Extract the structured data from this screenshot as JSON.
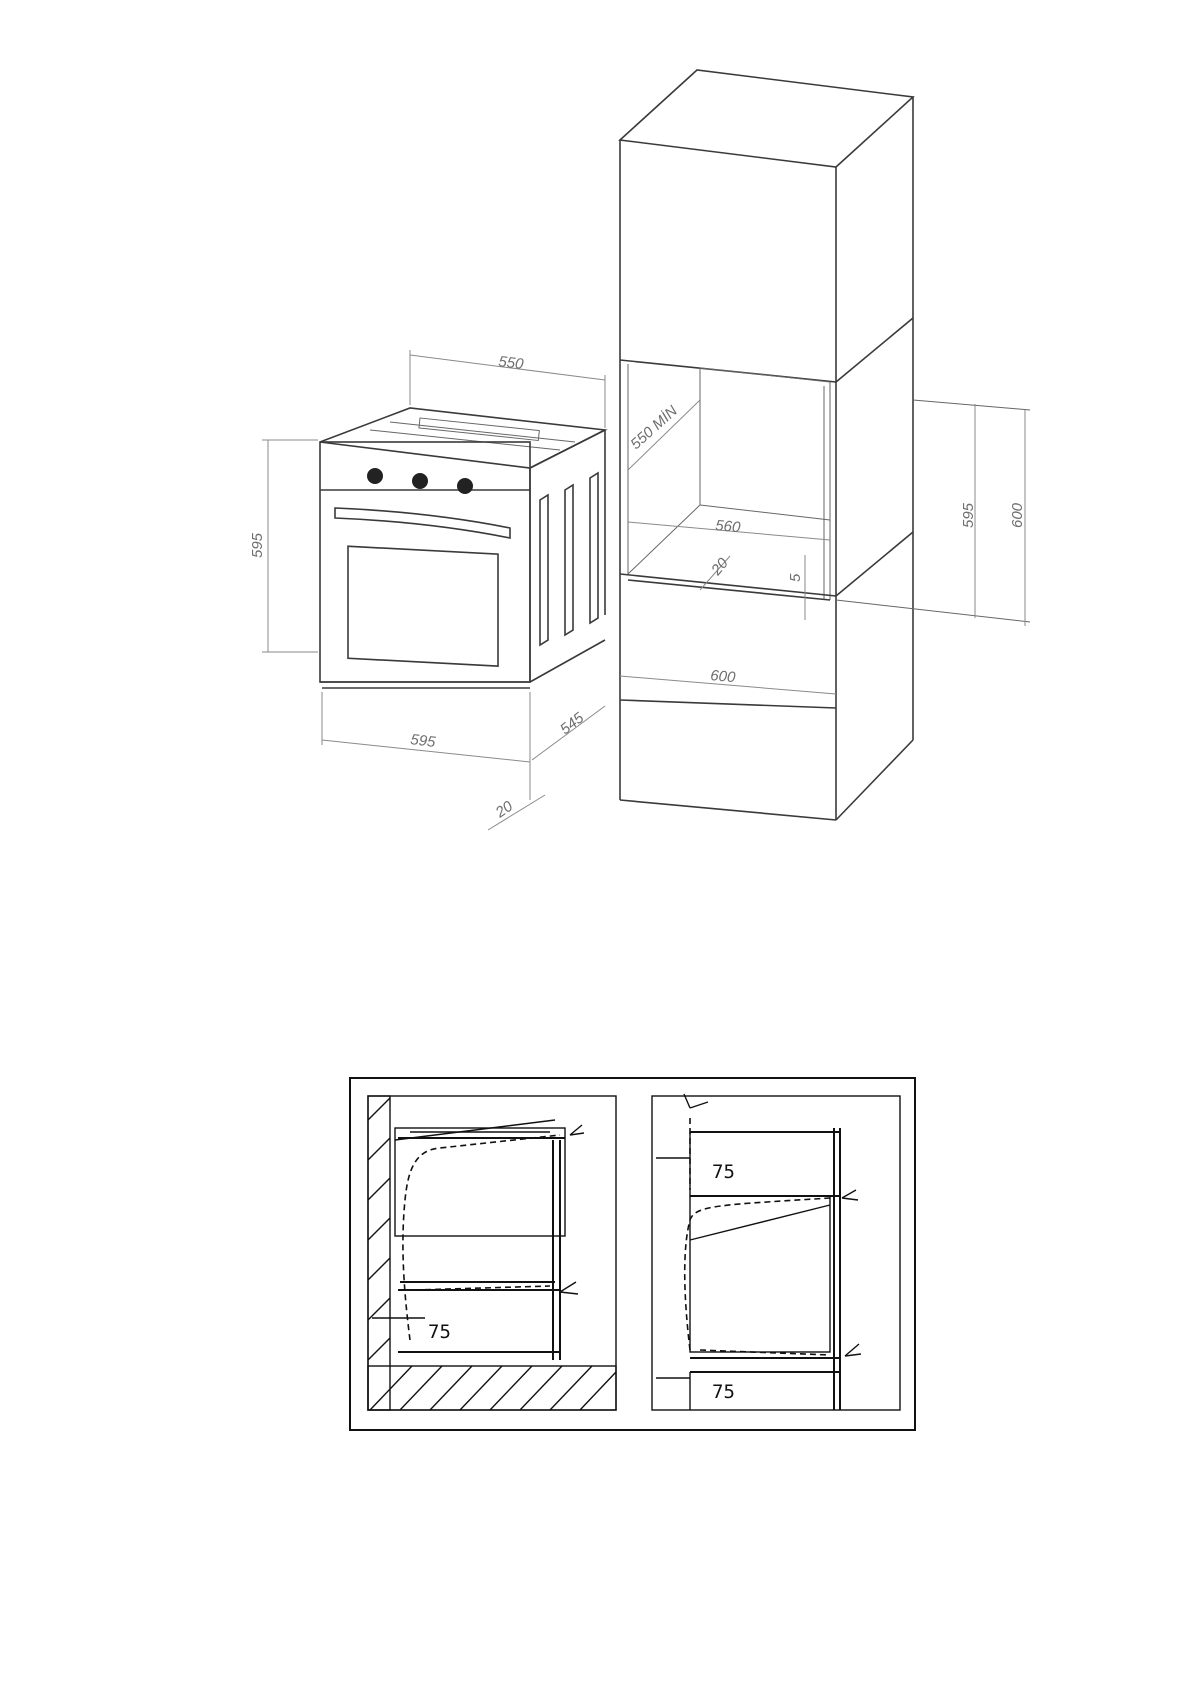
{
  "installation_drawing": {
    "oven_dims": {
      "top_depth": "550",
      "height": "595",
      "width": "595",
      "depth": "545",
      "front_panel": "20"
    },
    "cabinet_dims": {
      "niche_depth_min": "550 MİN",
      "niche_width": "560",
      "niche_height": "595",
      "outer_height": "600",
      "bottom_gap": "5",
      "front_offset": "20",
      "cabinet_width": "600"
    }
  },
  "ventilation_diagram": {
    "left_panel": {
      "gap_label": "75"
    },
    "right_panel": {
      "top_gap_label": "75",
      "bottom_gap_label": "75"
    }
  }
}
